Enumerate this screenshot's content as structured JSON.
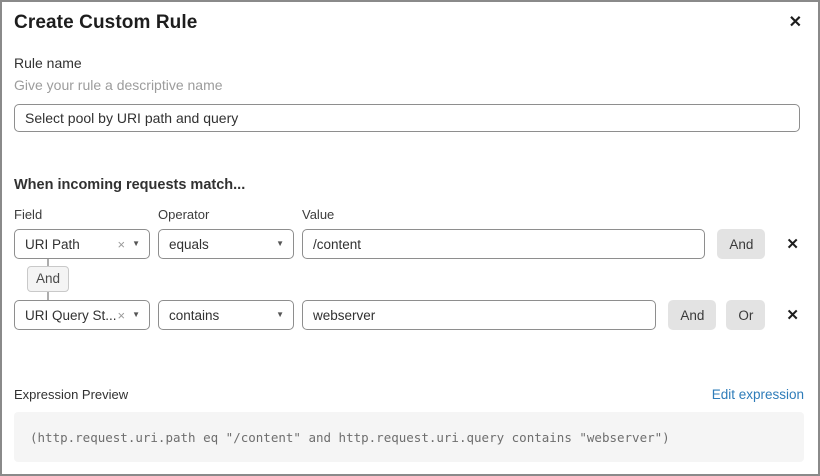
{
  "dialog": {
    "title": "Create Custom Rule"
  },
  "icons": {
    "close": "✕",
    "remove": "✕",
    "clear": "×",
    "chevron_down": "▼"
  },
  "rule_name": {
    "label": "Rule name",
    "helper": "Give your rule a descriptive name",
    "value": "Select pool by URI path and query"
  },
  "matcher": {
    "heading": "When incoming requests match...",
    "columns": {
      "field": "Field",
      "operator": "Operator",
      "value": "Value"
    },
    "rows": [
      {
        "field": "URI Path",
        "operator": "equals",
        "value": "/content"
      },
      {
        "field": "URI Query St...",
        "operator": "contains",
        "value": "webserver"
      }
    ],
    "connector_label": "And",
    "and_label": "And",
    "or_label": "Or"
  },
  "expression": {
    "label": "Expression Preview",
    "edit_link": "Edit expression",
    "code": "(http.request.uri.path eq \"/content\" and http.request.uri.query contains \"webserver\")"
  },
  "colors": {
    "link": "#2e7cb9",
    "button_bg": "#e3e3e3",
    "input_border": "#8e8e8e",
    "code_bg": "#f5f5f5",
    "dialog_border": "#8a8a8a"
  }
}
